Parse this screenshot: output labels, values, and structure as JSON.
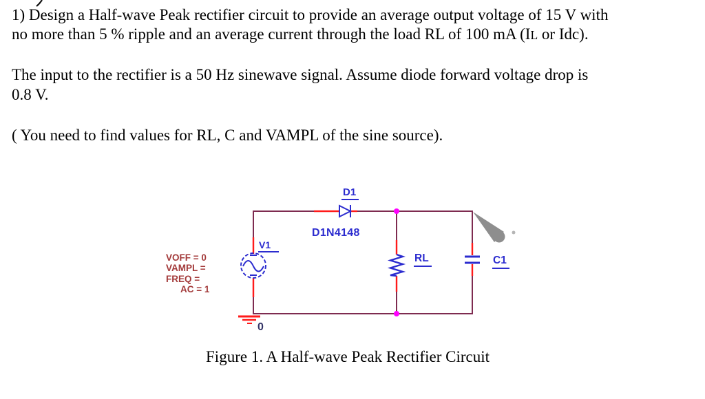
{
  "problem": {
    "p1_line1": "1) Design a Half-wave Peak rectifier circuit to provide an average output voltage of 15 V with",
    "p1_line2_pre": "no more than 5 % ripple and an average current through the load RL of 100 mA (I",
    "p1_line2_smallcap": "L",
    "p1_line2_post": " or Idc).",
    "p2_line1": "The input to the rectifier is a 50 Hz sinewave signal. Assume diode forward voltage drop is",
    "p2_line2": "0.8 V.",
    "p3_line1": "( You need to find values for RL, C and VAMPL of the sine source)."
  },
  "figure": {
    "caption": "Figure 1. A Half-wave Peak Rectifier Circuit"
  },
  "schematic": {
    "diode": {
      "ref": "D1",
      "part": "D1N4148"
    },
    "source": {
      "ref": "V1",
      "attrs": [
        "VOFF = 0",
        "VAMPL =",
        "FREQ =",
        "AC = 1"
      ]
    },
    "resistor": {
      "ref": "RL"
    },
    "capacitor": {
      "ref": "C1"
    },
    "ground": {
      "ref": "0"
    }
  },
  "colors": {
    "wire": "#7e2b50",
    "pin": "#ff1a1a",
    "component": "#2c2ccf",
    "junction": "#ff00ff",
    "attr_text": "#a33a3a",
    "cursor": "#8e8e8e",
    "ground_label": "#333366"
  }
}
